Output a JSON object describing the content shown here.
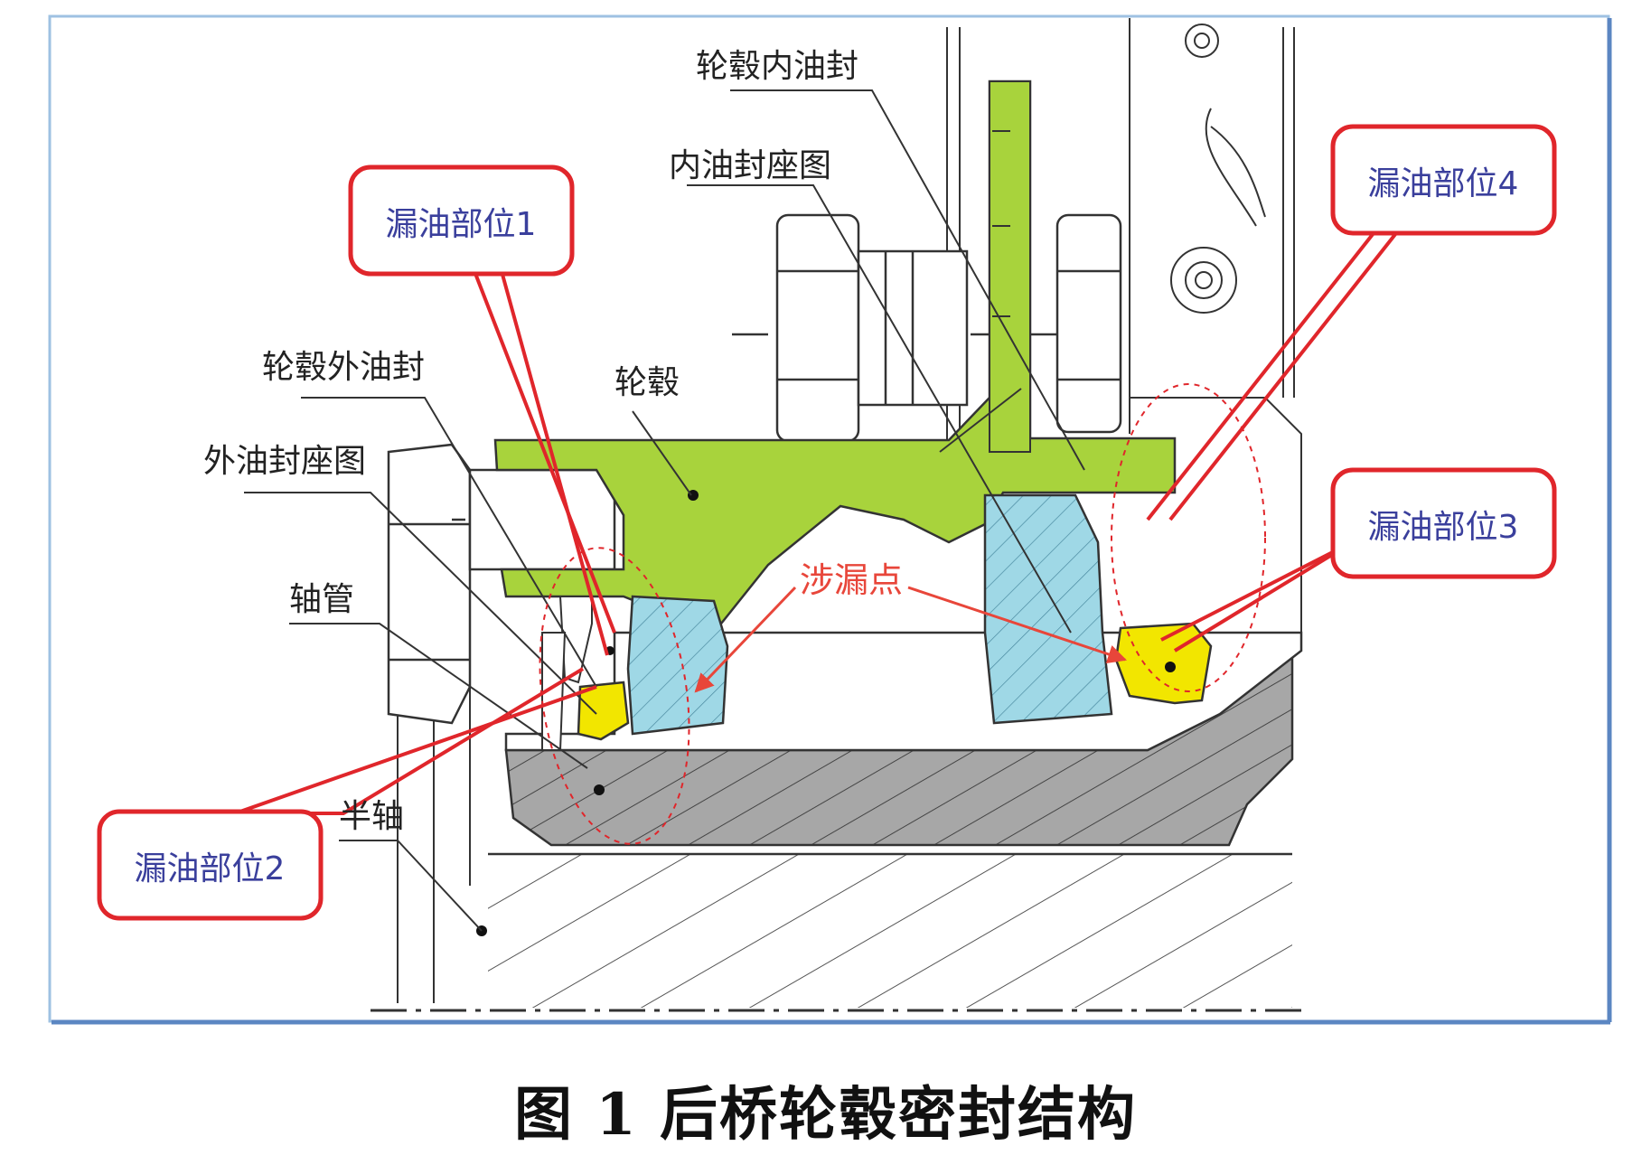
{
  "labels": {
    "hub_inner_seal": "轮毂内油封",
    "inner_seal_seat": "内油封座图",
    "hub_outer_seal": "轮毂外油封",
    "hub": "轮毂",
    "outer_seal_seat": "外油封座图",
    "axle_tube": "轴管",
    "half_shaft": "半轴",
    "leak_points": "涉漏点"
  },
  "callouts": {
    "leak1": "漏油部位1",
    "leak2": "漏油部位2",
    "leak3": "漏油部位3",
    "leak4": "漏油部位4"
  },
  "caption": "图 1  后桥轮毂密封结构",
  "colors": {
    "hub_green": "#a8d33c",
    "bearing_blue": "#9fd8e6",
    "seal_yellow": "#f2e600",
    "shaft_gray": "#a7a7a7",
    "callout_red": "#e0262b",
    "callout_text_blue": "#3a3f9c",
    "leak_label_red": "#e8463a",
    "frame_blue": "#5b9bd5"
  }
}
